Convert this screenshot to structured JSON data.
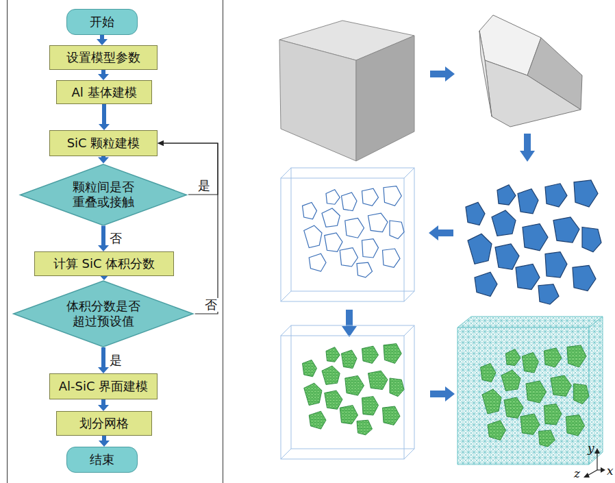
{
  "diagram": {
    "nodes": [
      {
        "text": [
          "开始"
        ]
      },
      {
        "text": [
          "设置模型参数"
        ]
      },
      {
        "text": [
          "Al 基体建模"
        ]
      },
      {
        "text": [
          "SiC 颗粒建模"
        ]
      },
      {
        "text": [
          "颗粒间是否 重叠或接触"
        ]
      },
      {
        "text": [
          "计算 SiC 体积分数"
        ]
      },
      {
        "text": [
          "体积分数是否 超过预设值"
        ]
      },
      {
        "text": [
          "Al-SiC 界面建模"
        ]
      },
      {
        "text": [
          "划分网格"
        ]
      },
      {
        "text": [
          "结束"
        ]
      }
    ],
    "edges": [
      {
        "from": 0,
        "to": 1,
        "arrow": "to"
      },
      {
        "from": 1,
        "to": 2,
        "arrow": "to"
      },
      {
        "from": 2,
        "to": 3,
        "arrow": "to"
      },
      {
        "from": 3,
        "to": 4,
        "arrow": "to"
      },
      {
        "from": 4,
        "to": 3,
        "label": "是",
        "arrow": "to"
      },
      {
        "from": 4,
        "to": 5,
        "label": "否",
        "arrow": "to"
      },
      {
        "from": 5,
        "to": 6,
        "arrow": "to"
      },
      {
        "from": 6,
        "to": 3,
        "label": "否",
        "arrow": "to"
      },
      {
        "from": 6,
        "to": 7,
        "label": "是",
        "arrow": "to"
      },
      {
        "from": 7,
        "to": 8,
        "arrow": "to"
      },
      {
        "from": 8,
        "to": 9,
        "arrow": "to"
      }
    ],
    "labels": [
      "y",
      "z",
      "x"
    ]
  }
}
